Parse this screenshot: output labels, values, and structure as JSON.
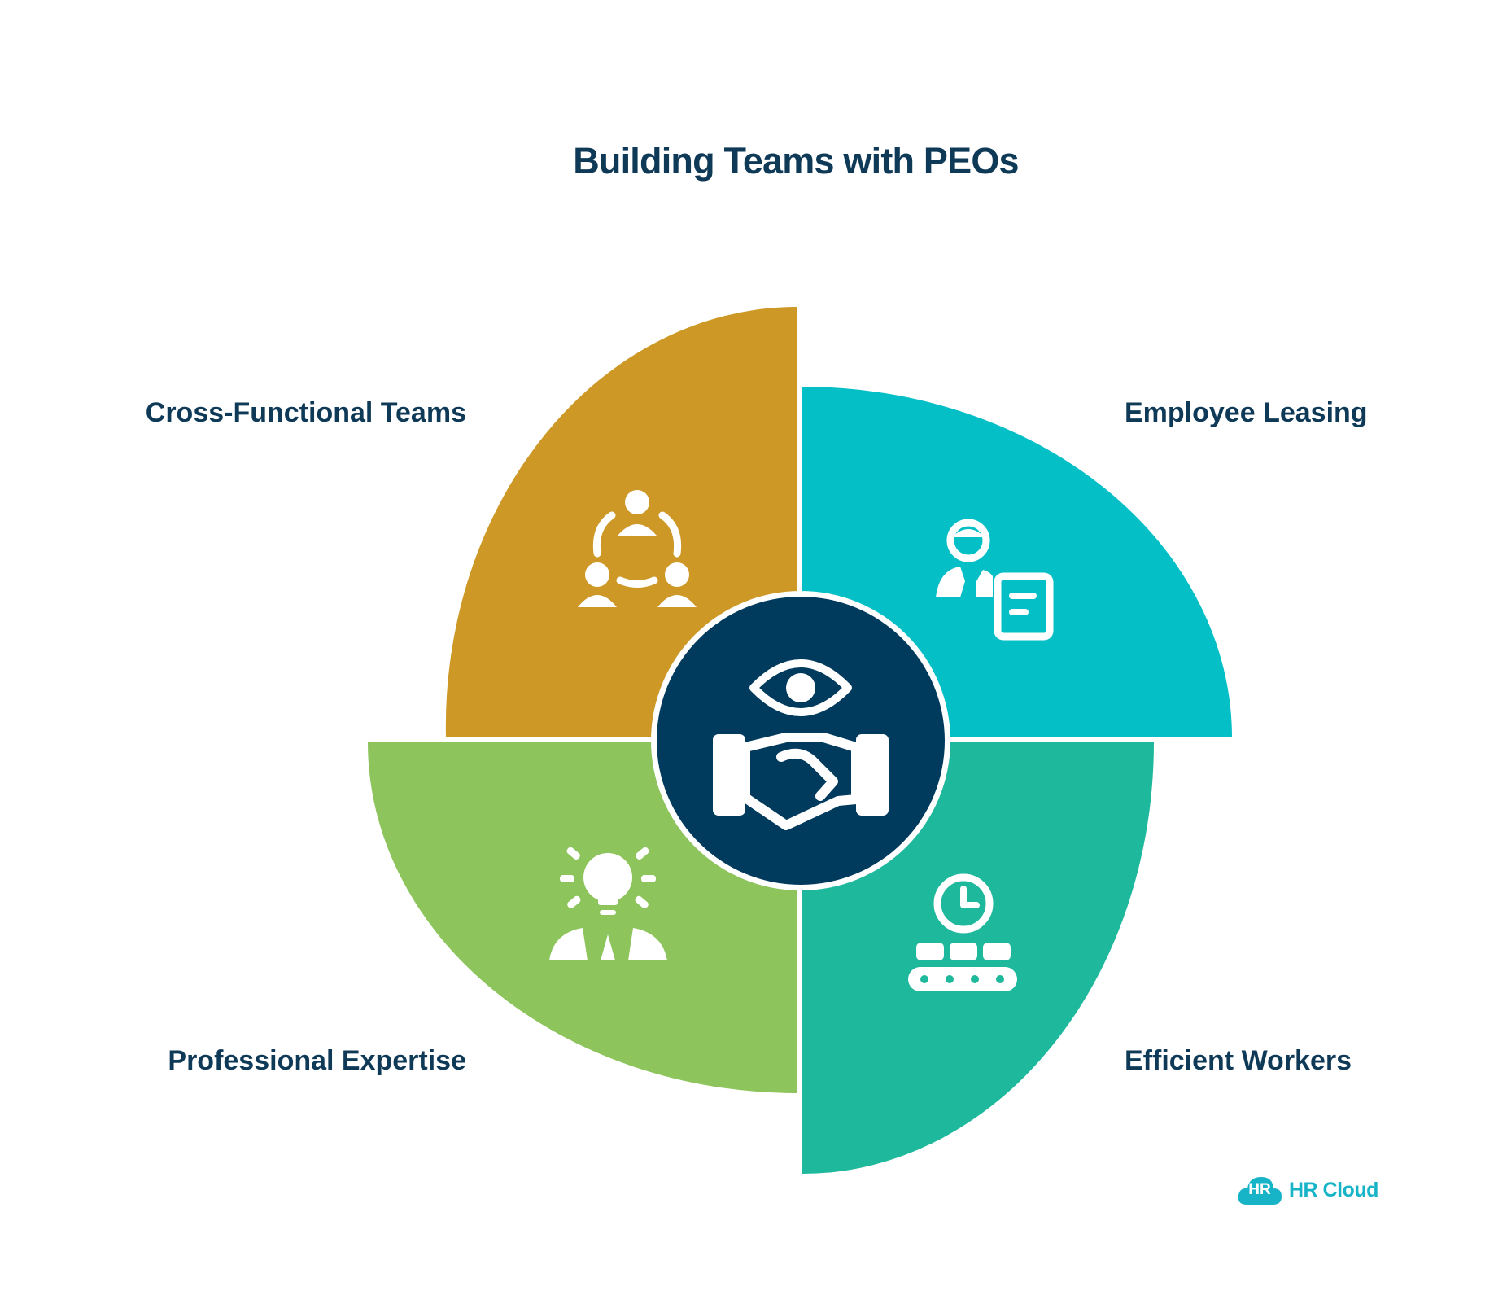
{
  "title": "Building Teams with PEOs",
  "segments": {
    "top_left": {
      "label": "Cross-Functional Teams",
      "color": "#cd9826",
      "icon": "team-circle-icon"
    },
    "top_right": {
      "label": "Employee Leasing",
      "color": "#05bfc6",
      "icon": "employee-document-icon"
    },
    "bottom_left": {
      "label": "Professional Expertise",
      "color": "#8dc45c",
      "icon": "lightbulb-professional-icon"
    },
    "bottom_right": {
      "label": "Efficient Workers",
      "color": "#1eb89c",
      "icon": "conveyor-clock-icon"
    }
  },
  "center": {
    "color": "#003a5c",
    "icon": "handshake-eye-icon"
  },
  "logo": {
    "badge": "HR",
    "text": "HR Cloud",
    "color": "#17b3c7"
  }
}
